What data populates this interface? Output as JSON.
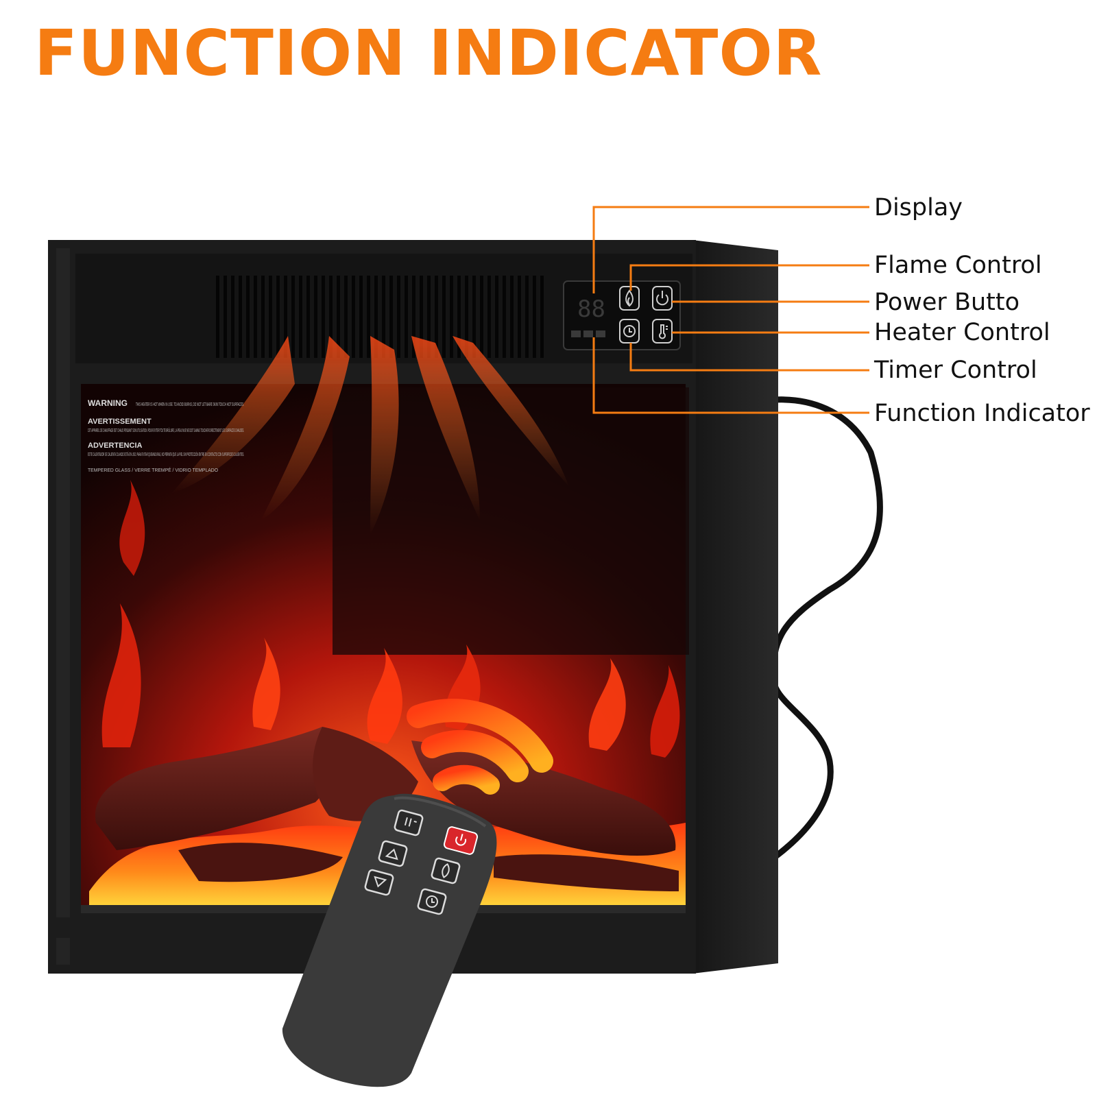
{
  "title": "FUNCTION INDICATOR",
  "callouts": {
    "display": "Display",
    "flame_control": "Flame Control",
    "power_button": "Power Butto",
    "heater_control": "Heater Control",
    "timer_control": "Timer Control",
    "function_indicator": "Function Indicator"
  },
  "display_readout": "88",
  "glass_warning": {
    "warning_head": "WARNING",
    "warning_text": "THIS HEATER IS HOT WHEN IN USE. TO AVOID BURNS, DO NOT LET BARE SKIN TOUCH HOT SURFACES.",
    "avertissement_head": "AVERTISSEMENT",
    "avertissement_text": "CET APPAREIL DE CHAUFFAGE EST CHAUD PENDANT SON UTILISATION. POUR EVITER TOUTE BRÛLURE, LA PEAU NUE NE DOIT JAMAIS TOUCHER DIRECTEMENT LES SURFACES CHAUDES.",
    "advertencia_head": "ADVERTENCIA",
    "advertencia_text": "ESTE CALENTADOR SE CALIENTA CUANDO ESTÁ EN USO. PARA EVITAR QUEMADURAS, NO PERMITA QUE LA PIEL SIN PROTECCIÓN ENTRE EN CONTACTO CON SUPERFICIES CALIENTES.",
    "glass_label": "TEMPERED GLASS / VERRE TREMPÉ / VIDRIO TEMPLADO"
  },
  "colors": {
    "accent_orange": "#F57C12",
    "frame": "#1c1c1c",
    "flame_red": "#d81d0a",
    "remote": "#3a3a3a",
    "remote_power": "#d9262b"
  },
  "icons": {
    "panel": [
      "flame-icon",
      "power-icon",
      "timer-icon",
      "thermometer-icon"
    ],
    "remote": [
      "heater-icon",
      "power-icon",
      "up-arrow-icon",
      "flame-icon",
      "down-arrow-icon",
      "timer-icon"
    ]
  }
}
